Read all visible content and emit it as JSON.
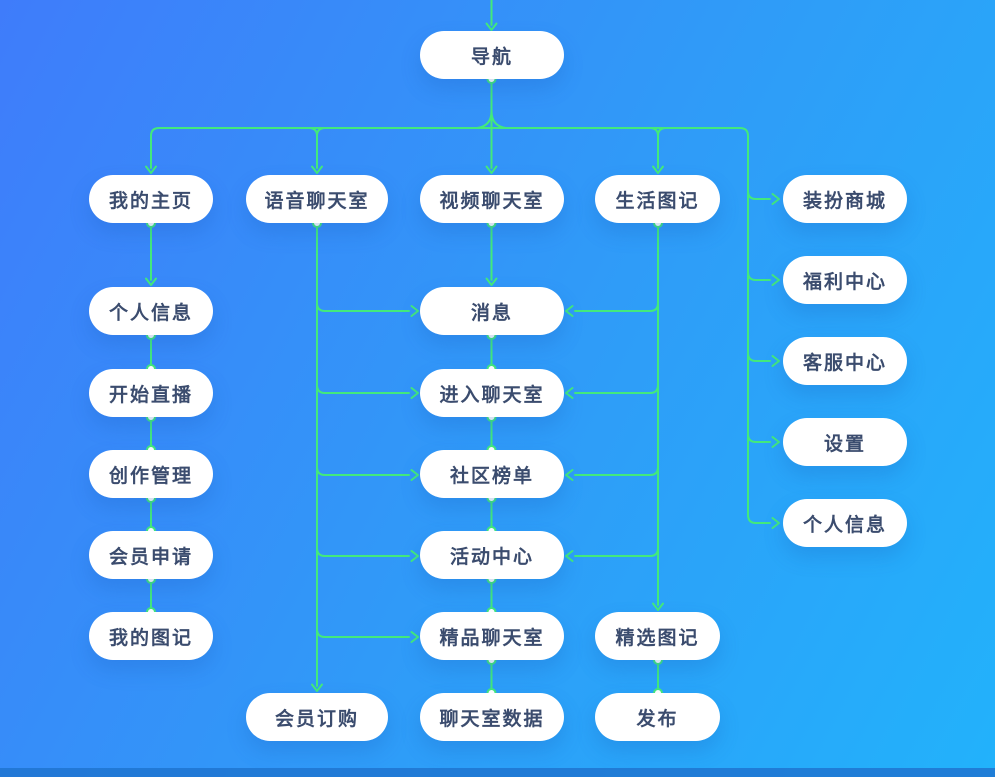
{
  "colors": {
    "background_top_left": "#3f7cfa",
    "background_mid": "#2f9cf8",
    "background_bottom_right": "#22b2fb",
    "bottom_edge_strip": "#1e74d0",
    "connector_green": "#43e97c",
    "node_background": "#ffffff",
    "node_text": "#3b4c6e"
  },
  "diagram": {
    "nodes": [
      {
        "id": "nav",
        "label": "导航"
      },
      {
        "id": "my-homepage",
        "label": "我的主页"
      },
      {
        "id": "voice-chat-room",
        "label": "语音聊天室"
      },
      {
        "id": "video-chat-room",
        "label": "视频聊天室"
      },
      {
        "id": "life-journal",
        "label": "生活图记"
      },
      {
        "id": "dress-up-mall",
        "label": "装扮商城"
      },
      {
        "id": "welfare-center",
        "label": "福利中心"
      },
      {
        "id": "customer-service-center",
        "label": "客服中心"
      },
      {
        "id": "settings",
        "label": "设置"
      },
      {
        "id": "personal-info-right",
        "label": "个人信息"
      },
      {
        "id": "personal-info-left",
        "label": "个人信息"
      },
      {
        "id": "start-live",
        "label": "开始直播"
      },
      {
        "id": "creation-management",
        "label": "创作管理"
      },
      {
        "id": "membership-application",
        "label": "会员申请"
      },
      {
        "id": "my-journal",
        "label": "我的图记"
      },
      {
        "id": "messages",
        "label": "消息"
      },
      {
        "id": "enter-chat-room",
        "label": "进入聊天室"
      },
      {
        "id": "community-ranking",
        "label": "社区榜单"
      },
      {
        "id": "activity-center",
        "label": "活动中心"
      },
      {
        "id": "premium-chat-room",
        "label": "精品聊天室"
      },
      {
        "id": "chat-room-data",
        "label": "聊天室数据"
      },
      {
        "id": "member-purchase",
        "label": "会员订购"
      },
      {
        "id": "featured-journal",
        "label": "精选图记"
      },
      {
        "id": "publish",
        "label": "发布"
      }
    ],
    "edges": [
      {
        "from": "offscreen-top",
        "to": "nav",
        "style": "arrow"
      },
      {
        "from": "nav",
        "to": "my-homepage",
        "style": "arrow"
      },
      {
        "from": "nav",
        "to": "voice-chat-room",
        "style": "arrow"
      },
      {
        "from": "nav",
        "to": "video-chat-room",
        "style": "arrow"
      },
      {
        "from": "nav",
        "to": "life-journal",
        "style": "arrow"
      },
      {
        "from": "nav",
        "to": "dress-up-mall",
        "style": "arrow"
      },
      {
        "from": "nav",
        "to": "welfare-center",
        "style": "arrow"
      },
      {
        "from": "nav",
        "to": "customer-service-center",
        "style": "arrow"
      },
      {
        "from": "nav",
        "to": "settings",
        "style": "arrow"
      },
      {
        "from": "nav",
        "to": "personal-info-right",
        "style": "arrow"
      },
      {
        "from": "my-homepage",
        "to": "personal-info-left",
        "style": "arrow"
      },
      {
        "from": "personal-info-left",
        "to": "start-live",
        "style": "dot-link"
      },
      {
        "from": "start-live",
        "to": "creation-management",
        "style": "dot-link"
      },
      {
        "from": "creation-management",
        "to": "membership-application",
        "style": "dot-link"
      },
      {
        "from": "membership-application",
        "to": "my-journal",
        "style": "dot-link"
      },
      {
        "from": "voice-chat-room",
        "to": "messages",
        "style": "arrow"
      },
      {
        "from": "voice-chat-room",
        "to": "enter-chat-room",
        "style": "arrow"
      },
      {
        "from": "voice-chat-room",
        "to": "community-ranking",
        "style": "arrow"
      },
      {
        "from": "voice-chat-room",
        "to": "activity-center",
        "style": "arrow"
      },
      {
        "from": "voice-chat-room",
        "to": "premium-chat-room",
        "style": "arrow"
      },
      {
        "from": "voice-chat-room",
        "to": "member-purchase",
        "style": "arrow"
      },
      {
        "from": "video-chat-room",
        "to": "messages",
        "style": "arrow"
      },
      {
        "from": "messages",
        "to": "enter-chat-room",
        "style": "dot-link"
      },
      {
        "from": "enter-chat-room",
        "to": "community-ranking",
        "style": "dot-link"
      },
      {
        "from": "community-ranking",
        "to": "activity-center",
        "style": "dot-link"
      },
      {
        "from": "activity-center",
        "to": "premium-chat-room",
        "style": "dot-link"
      },
      {
        "from": "premium-chat-room",
        "to": "chat-room-data",
        "style": "dot-link"
      },
      {
        "from": "life-journal",
        "to": "messages",
        "style": "arrow"
      },
      {
        "from": "life-journal",
        "to": "enter-chat-room",
        "style": "arrow"
      },
      {
        "from": "life-journal",
        "to": "community-ranking",
        "style": "arrow"
      },
      {
        "from": "life-journal",
        "to": "activity-center",
        "style": "arrow"
      },
      {
        "from": "life-journal",
        "to": "featured-journal",
        "style": "arrow"
      },
      {
        "from": "featured-journal",
        "to": "publish",
        "style": "dot-link"
      }
    ]
  }
}
